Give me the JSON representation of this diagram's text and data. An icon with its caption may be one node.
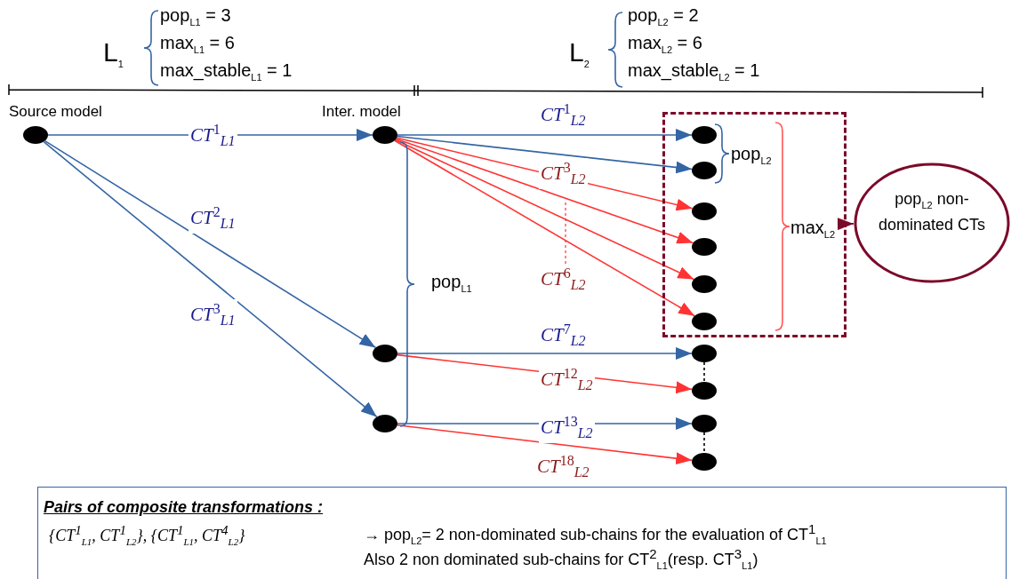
{
  "diagram": {
    "nodes": [
      {
        "text": [
          "Source model"
        ]
      },
      {
        "text": [
          "Inter. model"
        ]
      },
      {
        "text": [],
        "shape": "box"
      },
      {
        "text": [],
        "shape": "circle",
        "in": 2
      },
      {
        "text": [],
        "shape": "circle",
        "in": 2
      },
      {
        "text": [],
        "shape": "circle",
        "in": 2
      },
      {
        "text": [],
        "shape": "circle",
        "in": 2
      },
      {
        "text": [],
        "shape": "circle",
        "in": 2
      },
      {
        "text": [],
        "shape": "circle",
        "in": 2
      },
      {
        "text": [
          "pop$_{L2}$ non-dominated CTs"
        ]
      },
      {
        "text": [],
        "shape": "circle"
      },
      {
        "text": [],
        "shape": "circle"
      },
      {
        "text": [],
        "shape": "circle"
      },
      {
        "text": [],
        "shape": "circle"
      },
      {
        "text": [],
        "shape": "circle"
      },
      {
        "text": [],
        "shape": "circle"
      },
      {
        "text": [
          "Pairs of composite transformations :",
          "{CT$^{1}$$_{L1}$, CT$^{1}$$_{L2}$}, {CT$^{1}$$_{L1}$, CT$^{4}$$_{L2}$}",
          "→ pop$_{L2}$= 2 non-dominated sub-chains for the evaluation of CT$^{1}$$_{L1}$",
          "Also 2 non dominated sub-chains for CT$^{2}$$_{L1}$(resp. CT$^{3}$$_{L1}$)"
        ]
      }
    ],
    "edges": [
      {
        "from": 0,
        "to": 1,
        "arrow": "to",
        "label": "CT$^{1}$$_{L1}$"
      },
      {
        "from": 0,
        "to": 10,
        "arrow": "to",
        "label": "CT$^{2}$$_{L1}$"
      },
      {
        "from": 0,
        "to": 13,
        "arrow": "to",
        "label": "CT$^{3}$$_{L1}$"
      },
      {
        "from": 1,
        "to": 3,
        "arrow": "to",
        "label": "CT$^{1}$$_{L2}$"
      },
      {
        "from": 1,
        "to": 4,
        "arrow": "to"
      },
      {
        "from": 1,
        "to": 5,
        "arrow": "to",
        "label": "CT$^{3}$$_{L2}$",
        "color": "#ff3333"
      },
      {
        "from": 1,
        "to": 6,
        "arrow": "to",
        "color": "#ff3333"
      },
      {
        "from": 1,
        "to": 7,
        "arrow": "to",
        "color": "#ff3333"
      },
      {
        "from": 1,
        "to": 8,
        "arrow": "to",
        "label": "CT$^{6}$$_{L2}$",
        "color": "#ff3333"
      },
      {
        "from": 2,
        "to": 9,
        "arrow": "to",
        "color": "#7b0a2a"
      },
      {
        "from": 10,
        "to": 11,
        "arrow": "to",
        "label": "CT$^{7}$$_{L2}$"
      },
      {
        "from": 10,
        "to": 12,
        "arrow": "to",
        "label": "CT$^{12}$$_{L2}$",
        "color": "#ff3333"
      },
      {
        "from": 13,
        "to": 14,
        "arrow": "to",
        "label": "CT$^{13}$$_{L2}$"
      },
      {
        "from": 13,
        "to": 15,
        "arrow": "to",
        "label": "CT$^{18}$$_{L2}$",
        "color": "#ff3333"
      },
      {
        "from": 11,
        "to": 12,
        "arrow": "none",
        "style": "dashed",
        "color": "#000000"
      },
      {
        "from": 14,
        "to": 15,
        "arrow": "none",
        "style": "dashed",
        "color": "#000000"
      }
    ],
    "labels": [
      "L$_{1}$",
      "pop$_{L1}$ = 3",
      "max$_{L1}$ = 6",
      "max_stable$_{L1}$ = 1",
      "L$_{2}$",
      "pop$_{L2}$ = 2",
      "max$_{L2}$ = 6",
      "max_stable$_{L2}$ = 1",
      "pop$_{L2}$",
      "max$_{L2}$",
      "pop$_{L1}$"
    ]
  }
}
